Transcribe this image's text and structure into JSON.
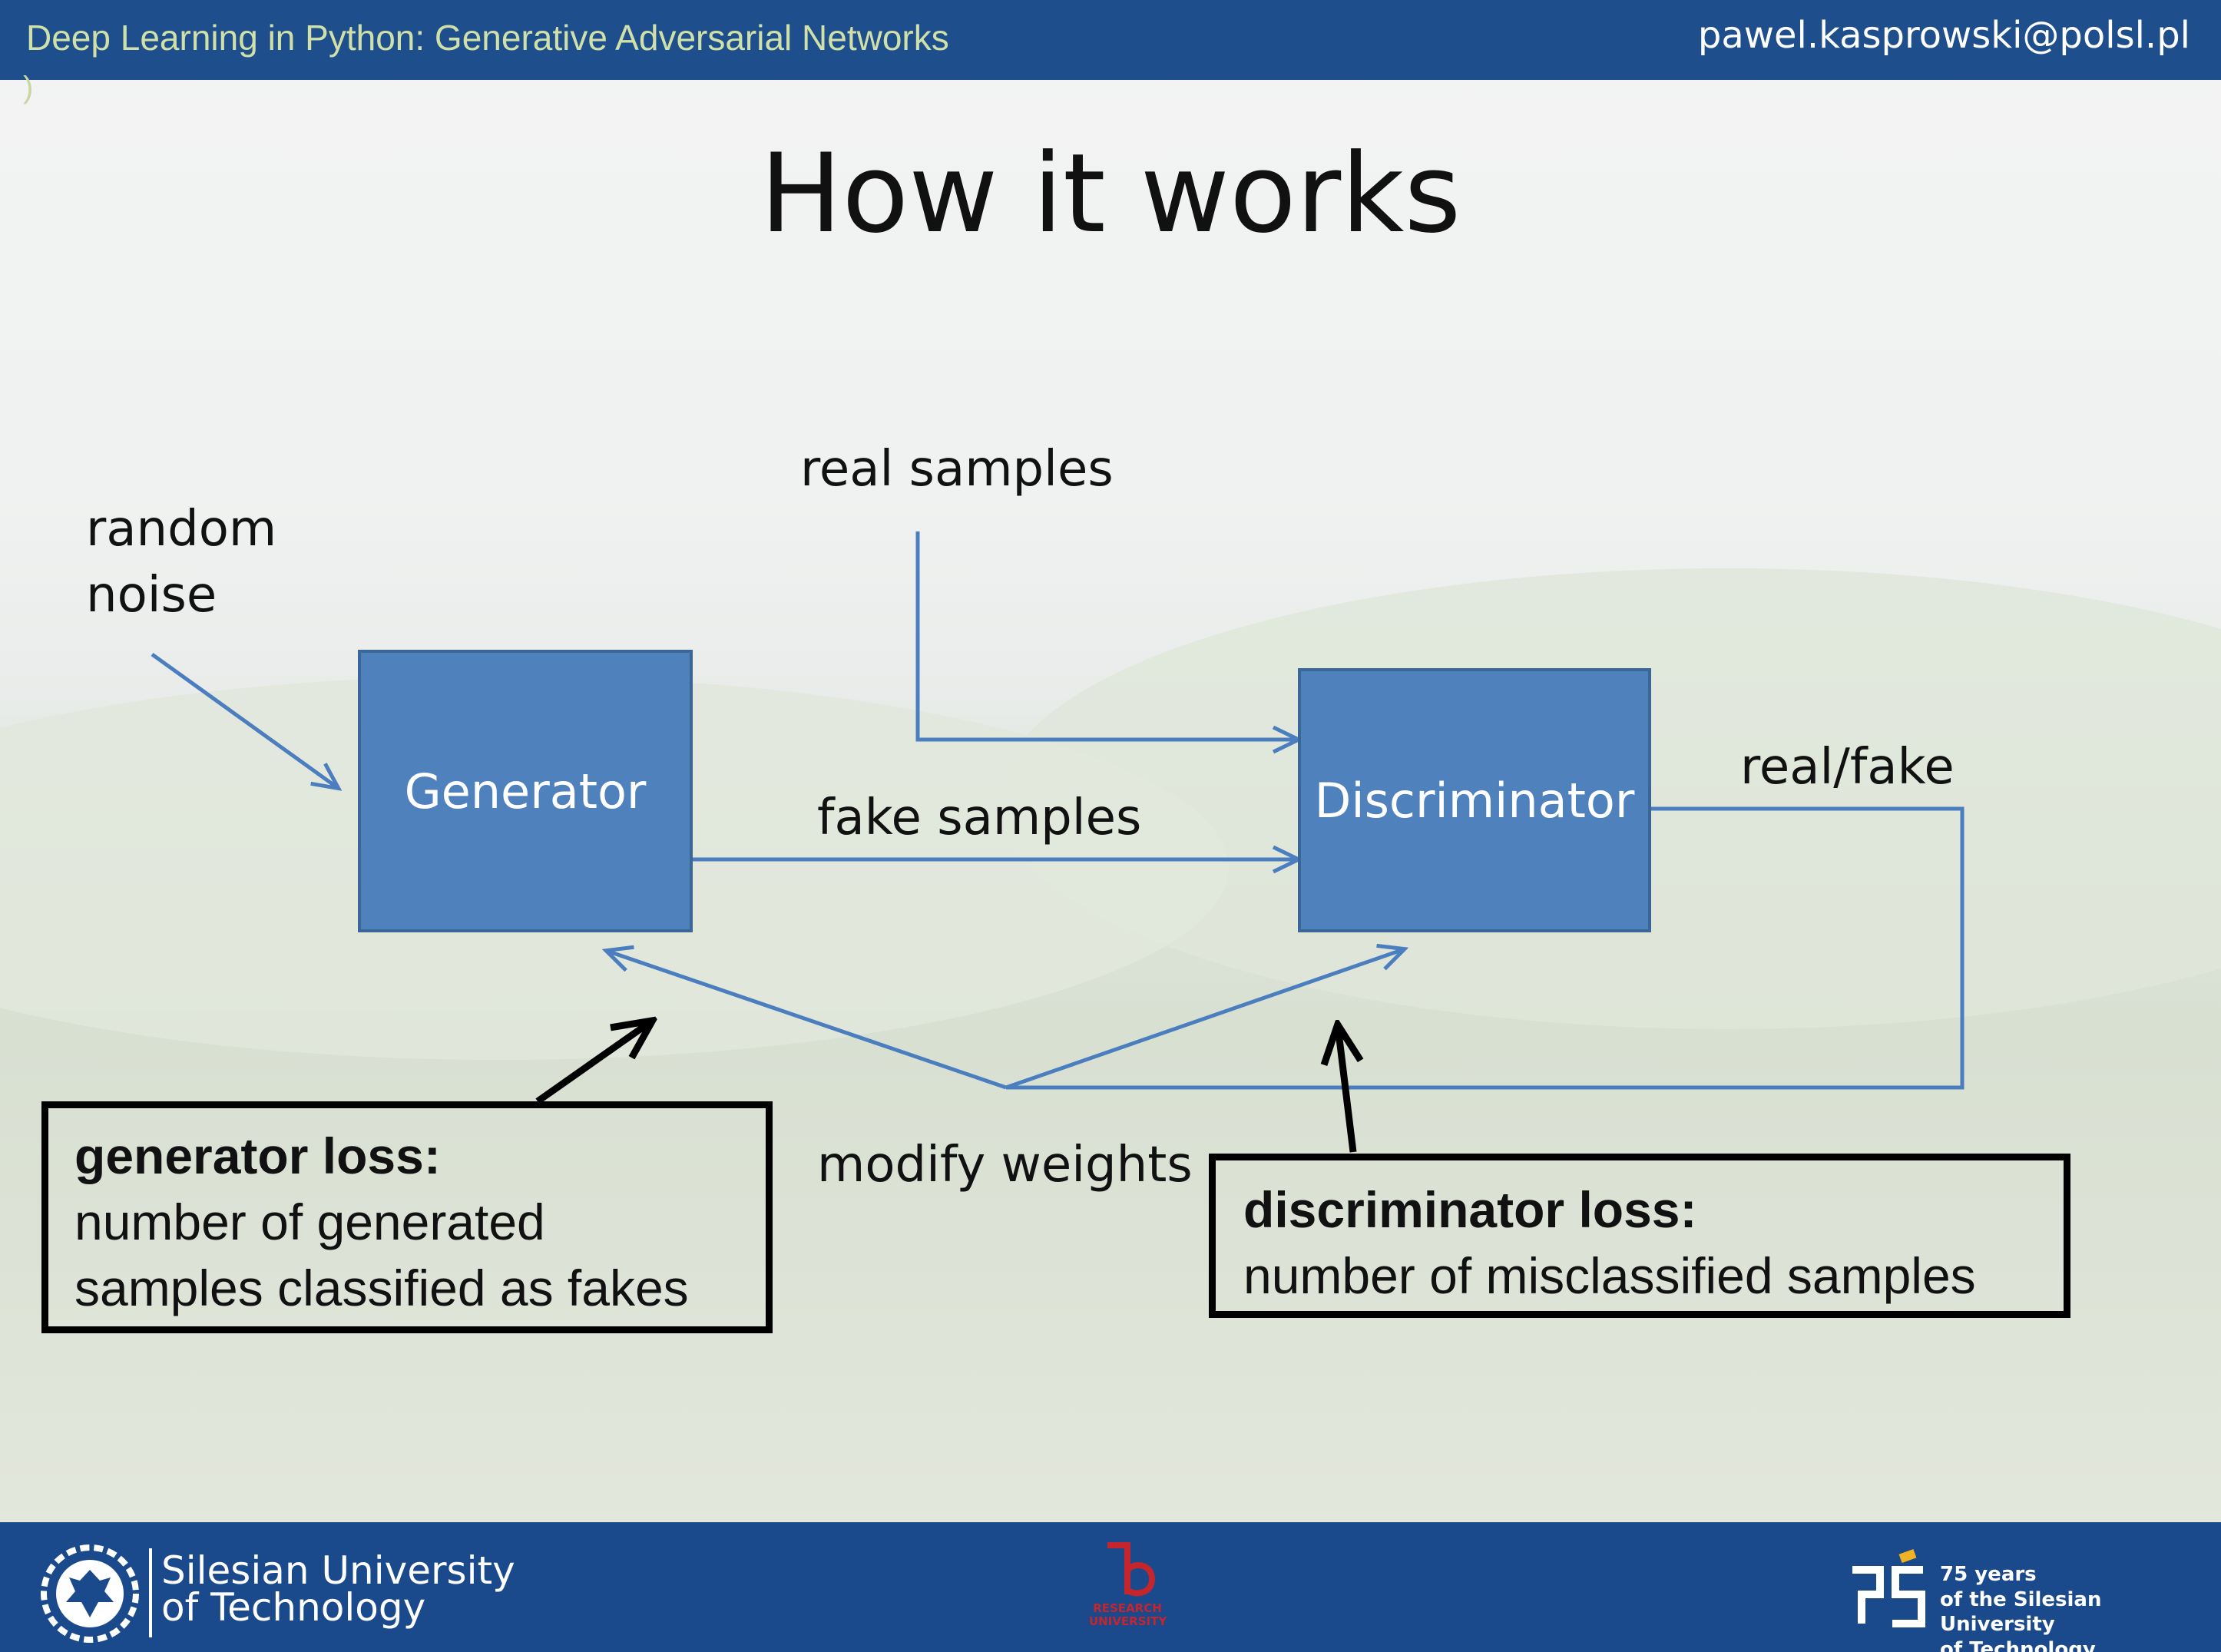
{
  "header": {
    "course_title": "Deep Learning in Python: Generative Adversarial Networks",
    "email": "pawel.kasprowski@polsl.pl",
    "stray_char": ")"
  },
  "slide": {
    "title": "How it works"
  },
  "diagram": {
    "labels": {
      "random_noise_line1": "random",
      "random_noise_line2": "noise",
      "real_samples": "real samples",
      "fake_samples": "fake samples",
      "real_fake": "real/fake",
      "modify_weights": "modify weights"
    },
    "nodes": {
      "generator": "Generator",
      "discriminator": "Discriminator"
    },
    "generator_loss": {
      "heading": "generator loss:",
      "line1": "number of generated",
      "line2": "samples classified as fakes"
    },
    "discriminator_loss": {
      "heading": "discriminator loss:",
      "line1": "number of misclassified samples"
    },
    "colors": {
      "node_fill": "#4f81bd",
      "arrow": "#4a7ebf",
      "loss_border": "#000000"
    }
  },
  "footer": {
    "university_line1": "Silesian University",
    "university_line2": "of Technology",
    "research_line1": "RESEARCH",
    "research_line2": "UNIVERSITY",
    "anniversary_line1": "75 years",
    "anniversary_line2": "of the Silesian University",
    "anniversary_line3": "of Technology",
    "icons": [
      "university-emblem-icon",
      "research-university-logo-icon",
      "ps-75-logo-icon"
    ]
  }
}
